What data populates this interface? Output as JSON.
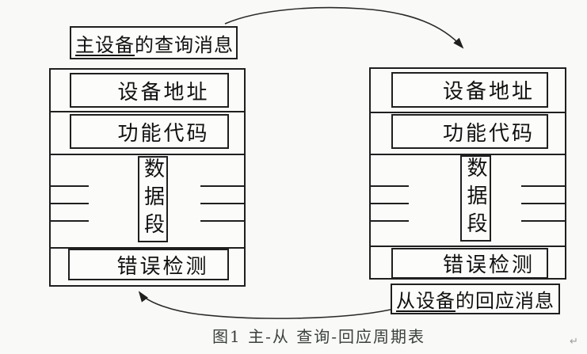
{
  "colors": {
    "line": "#1f1f1f",
    "page_background": "#f9f9f7",
    "box_background": "#fcfcfa",
    "caption_text": "#3a403c"
  },
  "master_label": {
    "underlined": "主设备",
    "rest": "的查询消息"
  },
  "slave_label": {
    "underlined": "从设备",
    "rest": "的回应消息"
  },
  "master_frame": {
    "device_address": "设备地址",
    "function_code": "功能代码",
    "data_segment": "数据段",
    "error_check": "错误检测"
  },
  "slave_frame": {
    "device_address": "设备地址",
    "function_code": "功能代码",
    "data_segment": "数据段",
    "error_check": "错误检测"
  },
  "caption": "图1 主-从 查询-回应周期表",
  "paragraph_mark": "↵"
}
